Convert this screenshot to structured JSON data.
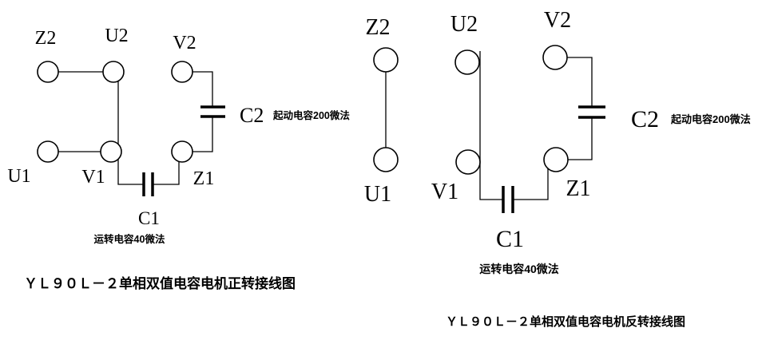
{
  "left": {
    "terminals": {
      "z2": "Z2",
      "u2": "U2",
      "v2": "V2",
      "u1": "U1",
      "v1": "V1",
      "z1": "Z1"
    },
    "c2": {
      "label": "C2",
      "desc": "起动电容200微法"
    },
    "c1": {
      "label": "C1",
      "desc": "运转电容40微法"
    },
    "caption": "ＹＬ９０Ｌ－２单相双值电容电机正转接线图"
  },
  "right": {
    "terminals": {
      "z2": "Z2",
      "u2": "U2",
      "v2": "V2",
      "u1": "U1",
      "v1": "V1",
      "z1": "Z1"
    },
    "c2": {
      "label": "C2",
      "desc": "起动电容200微法"
    },
    "c1": {
      "label": "C1",
      "desc": "运转电容40微法"
    },
    "caption": "ＹＬ９０Ｌ－２单相双值电容电机反转接线图"
  },
  "colors": {
    "line": "#000000",
    "background": "#ffffff"
  }
}
